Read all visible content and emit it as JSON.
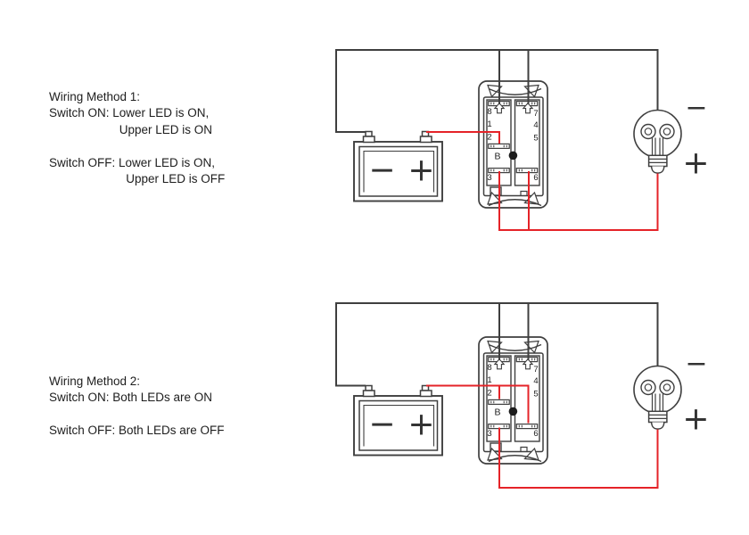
{
  "colors": {
    "background": "#ffffff",
    "wire_black": "#3f3f3f",
    "wire_red": "#e52328",
    "outline": "#3f3f3f",
    "text_color": "#1d1d1d"
  },
  "diagrams": [
    {
      "caption": "Wiring Method 1:\nSwitch ON: Lower LED is ON,\n                     Upper LED is ON\n\nSwitch OFF: Lower LED is ON,\n                       Upper LED is OFF",
      "switch": {
        "t8": "8",
        "t7": "7",
        "t1": "1",
        "t2": "2",
        "t4": "4",
        "t5": "5",
        "tB": "B",
        "t3": "3",
        "t6": "6"
      },
      "battery": {
        "negative": "−",
        "positive": "+"
      },
      "bulb": {
        "negative": "−",
        "positive": "+"
      }
    },
    {
      "caption": "Wiring Method 2:\nSwitch ON: Both LEDs are ON\n\nSwitch OFF: Both LEDs are OFF",
      "switch": {
        "t8": "8",
        "t7": "7",
        "t1": "1",
        "t2": "2",
        "t4": "4",
        "t5": "5",
        "tB": "B",
        "t3": "3",
        "t6": "6"
      },
      "battery": {
        "negative": "−",
        "positive": "+"
      },
      "bulb": {
        "negative": "−",
        "positive": "+"
      }
    }
  ]
}
